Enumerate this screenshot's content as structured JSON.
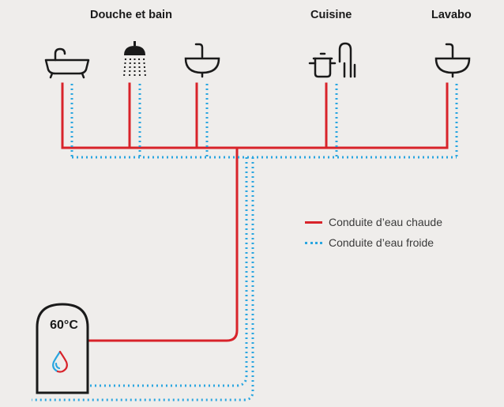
{
  "groups": {
    "douche_bain": "Douche et bain",
    "cuisine": "Cuisine",
    "lavabo": "Lavabo"
  },
  "fixtures": [
    {
      "icon": "bathtub-icon"
    },
    {
      "icon": "shower-icon"
    },
    {
      "icon": "sink-icon"
    },
    {
      "icon": "cooking-pot-icon"
    },
    {
      "icon": "kitchen-faucet-icon"
    },
    {
      "icon": "washbasin-icon"
    }
  ],
  "legend": {
    "hot": "Conduite d’eau chaude",
    "cold": "Conduite d’eau froide"
  },
  "heater": {
    "temperature": "60°C",
    "icon": "water-drop-icon"
  },
  "colors": {
    "hot": "#d8232a",
    "cold": "#2aa6e0",
    "background": "#efedeb",
    "outline": "#1a1a1a"
  }
}
